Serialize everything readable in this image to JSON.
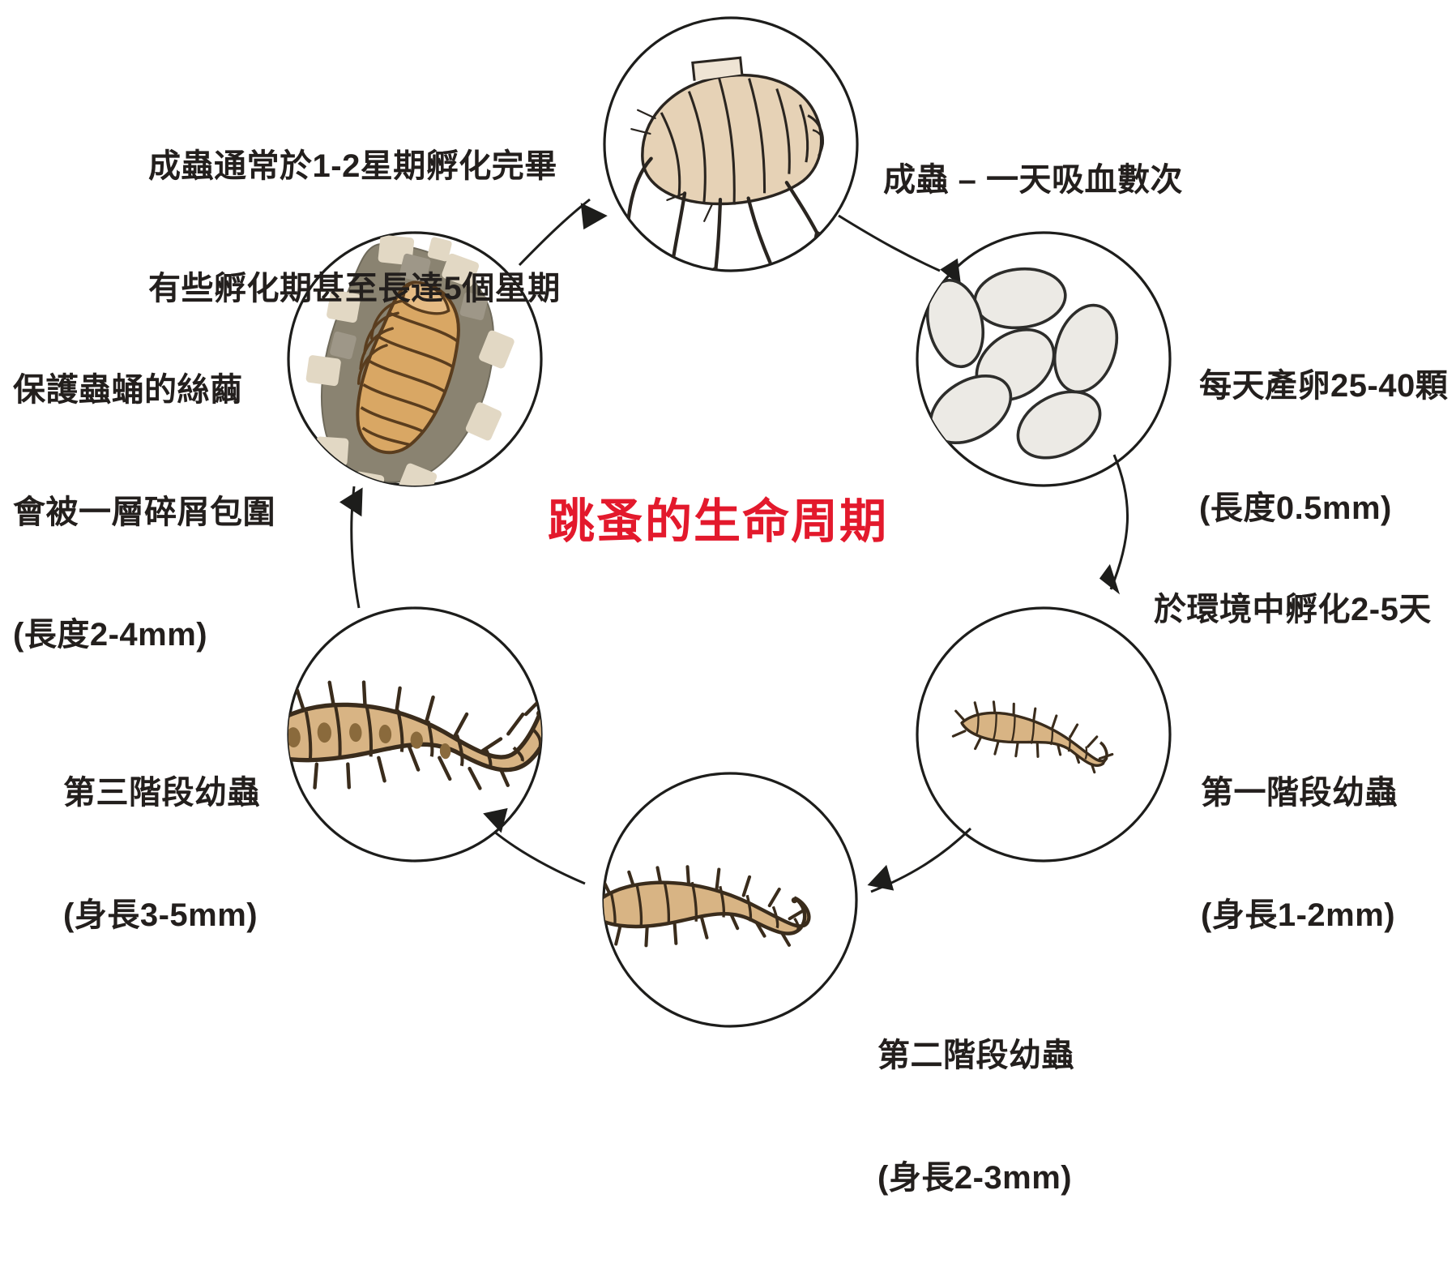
{
  "diagram": {
    "title": "跳蚤的生命周期",
    "title_color": "#e3192c",
    "text_color": "#231f1d",
    "line_color": "#1d1d1b",
    "background": "#ffffff"
  },
  "stages": [
    {
      "id": "adult",
      "icon": "adult-flea-illustration",
      "label": "成蟲 – 一天吸血數次",
      "position": "top-center"
    },
    {
      "id": "eggs",
      "icon": "flea-eggs-illustration",
      "label_line1": "每天產卵25-40顆",
      "label_line2": "(長度0.5mm)",
      "position": "top-right"
    },
    {
      "id": "larva1",
      "icon": "first-instar-larva-illustration",
      "label_line1": "第一階段幼蟲",
      "label_line2": "(身長1-2mm)",
      "position": "bottom-right"
    },
    {
      "id": "larva2",
      "icon": "second-instar-larva-illustration",
      "label_line1": "第二階段幼蟲",
      "label_line2": "(身長2-3mm)",
      "position": "bottom-center"
    },
    {
      "id": "larva3",
      "icon": "third-instar-larva-illustration",
      "label_line1": "第三階段幼蟲",
      "label_line2": "(身長3-5mm)",
      "position": "bottom-left"
    },
    {
      "id": "cocoon",
      "icon": "pupa-cocoon-illustration",
      "label_line1": "保護蟲蛹的絲繭",
      "label_line2": "會被一層碎屑包圍",
      "label_line3": "(長度2-4mm)",
      "position": "top-left"
    }
  ],
  "transitions": [
    {
      "id": "eggs-hatch",
      "label": "於環境中孵化2-5天",
      "from": "eggs",
      "to": "larva1"
    },
    {
      "id": "cocoon-to-adult",
      "label_line1": "成蟲通常於1-2星期孵化完畢",
      "label_line2": "有些孵化期甚至長達5個星期",
      "from": "cocoon",
      "to": "adult"
    }
  ],
  "colors": {
    "flea_body": "#e6d2b6",
    "flea_outline": "#2a2520",
    "egg_fill": "#eceae5",
    "egg_outline": "#2d2d2b",
    "larva_body": "#d8b484",
    "larva_outline": "#3a2c1c",
    "cocoon_outer": "#8a8371",
    "cocoon_debris": "#e2d8c4",
    "pupa_body": "#d9a764"
  }
}
